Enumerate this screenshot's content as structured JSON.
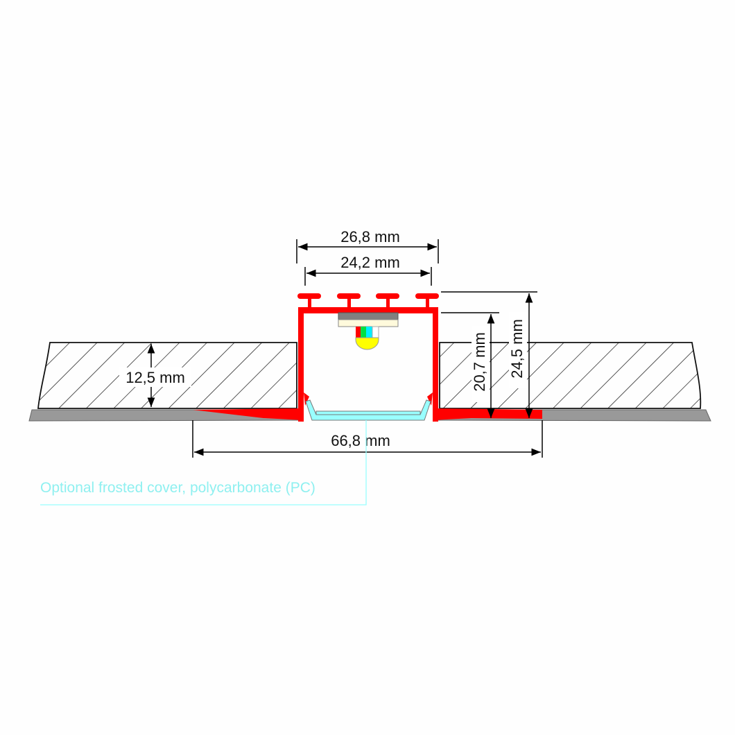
{
  "dimensions": {
    "outer_width": "26,8 mm",
    "inner_width": "24,2 mm",
    "drywall_thickness": "12,5 mm",
    "inner_height": "20,7 mm",
    "outer_height": "24,5 mm",
    "flange_width": "66,8 mm"
  },
  "note": "Optional frosted cover, polycarbonate (PC)",
  "colors": {
    "profile": "#ff0000",
    "cover": "#99ffff",
    "strip": "#999999",
    "note": "#8ff0f0"
  }
}
